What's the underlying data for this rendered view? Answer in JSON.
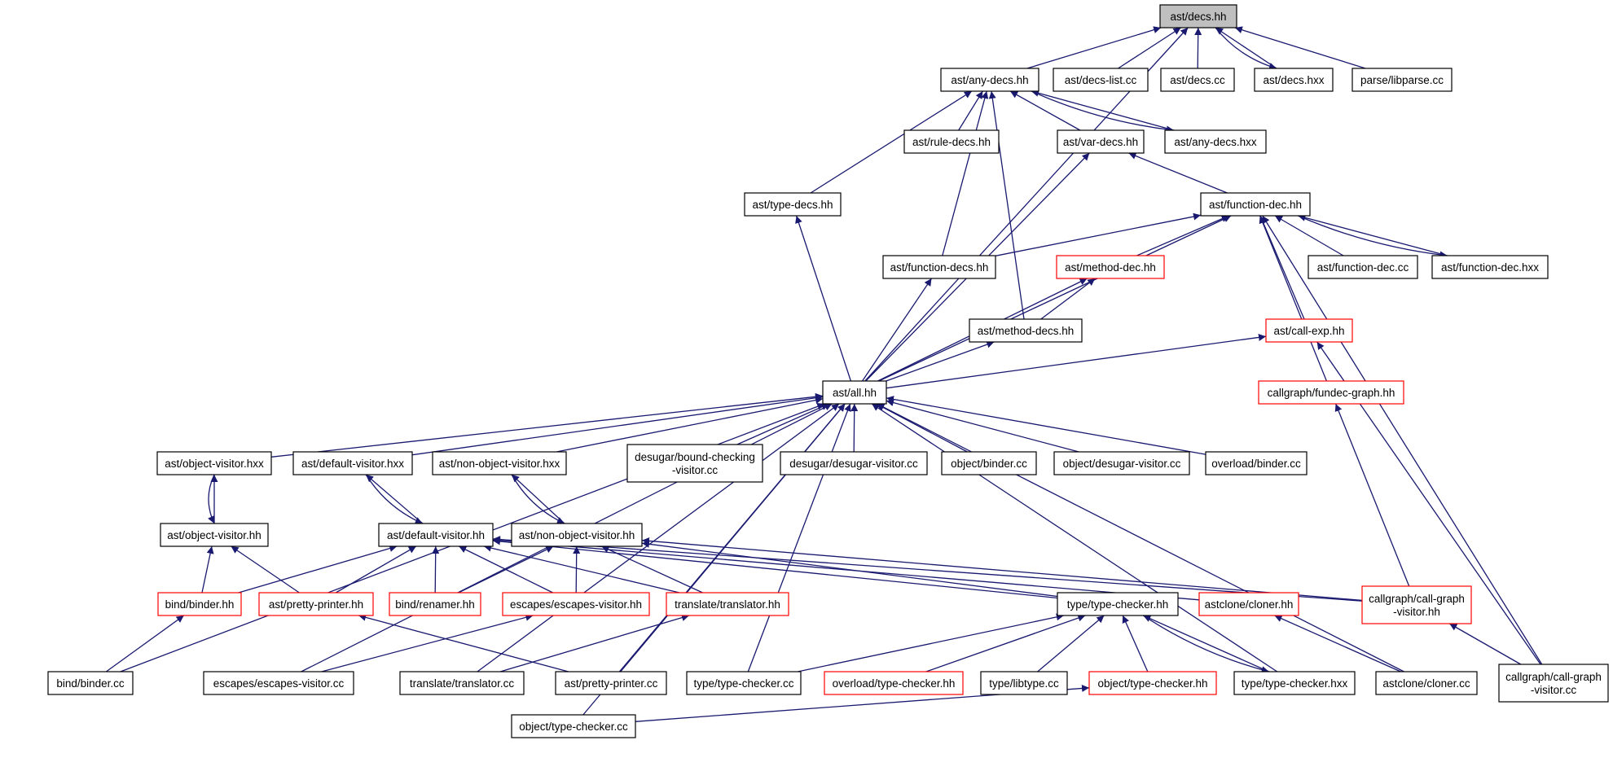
{
  "colors": {
    "edge": "#191970",
    "node_border_normal": "#000000",
    "node_border_incomplete": "#ff0000",
    "node_fill_normal": "#ffffff",
    "node_fill_root": "#bfbfbf",
    "background": "#ffffff"
  },
  "graph": {
    "nodes": [
      {
        "id": "decs_hh",
        "label": "ast/decs.hh",
        "style": "root"
      },
      {
        "id": "any_decs_hh",
        "label": "ast/any-decs.hh",
        "style": "normal"
      },
      {
        "id": "decs_list_cc",
        "label": "ast/decs-list.cc",
        "style": "normal"
      },
      {
        "id": "decs_cc",
        "label": "ast/decs.cc",
        "style": "normal"
      },
      {
        "id": "decs_hxx",
        "label": "ast/decs.hxx",
        "style": "normal"
      },
      {
        "id": "libparse_cc",
        "label": "parse/libparse.cc",
        "style": "normal"
      },
      {
        "id": "rule_decs_hh",
        "label": "ast/rule-decs.hh",
        "style": "normal"
      },
      {
        "id": "var_decs_hh",
        "label": "ast/var-decs.hh",
        "style": "normal"
      },
      {
        "id": "any_decs_hxx",
        "label": "ast/any-decs.hxx",
        "style": "normal"
      },
      {
        "id": "type_decs_hh",
        "label": "ast/type-decs.hh",
        "style": "normal"
      },
      {
        "id": "function_dec_hh",
        "label": "ast/function-dec.hh",
        "style": "normal"
      },
      {
        "id": "function_decs_hh",
        "label": "ast/function-decs.hh",
        "style": "normal"
      },
      {
        "id": "method_dec_hh",
        "label": "ast/method-dec.hh",
        "style": "incomplete"
      },
      {
        "id": "function_dec_cc",
        "label": "ast/function-dec.cc",
        "style": "normal"
      },
      {
        "id": "function_dec_hxx",
        "label": "ast/function-dec.hxx",
        "style": "normal"
      },
      {
        "id": "method_decs_hh",
        "label": "ast/method-decs.hh",
        "style": "normal"
      },
      {
        "id": "call_exp_hh",
        "label": "ast/call-exp.hh",
        "style": "incomplete"
      },
      {
        "id": "all_hh",
        "label": "ast/all.hh",
        "style": "normal"
      },
      {
        "id": "fundec_graph_hh",
        "label": "callgraph/fundec-graph.hh",
        "style": "incomplete"
      },
      {
        "id": "object_visitor_hxx",
        "label": "ast/object-visitor.hxx",
        "style": "normal"
      },
      {
        "id": "default_visitor_hxx",
        "label": "ast/default-visitor.hxx",
        "style": "normal"
      },
      {
        "id": "non_object_visitor_hxx",
        "label": "ast/non-object-visitor.hxx",
        "style": "normal"
      },
      {
        "id": "bound_checking_cc",
        "label": "desugar/bound-checking-visitor.cc",
        "lines": [
          "desugar/bound-checking",
          "-visitor.cc"
        ],
        "style": "normal"
      },
      {
        "id": "desugar_visitor_cc",
        "label": "desugar/desugar-visitor.cc",
        "style": "normal"
      },
      {
        "id": "object_binder_cc",
        "label": "object/binder.cc",
        "style": "normal"
      },
      {
        "id": "object_desugar_cc",
        "label": "object/desugar-visitor.cc",
        "style": "normal"
      },
      {
        "id": "overload_binder_cc",
        "label": "overload/binder.cc",
        "style": "normal"
      },
      {
        "id": "object_visitor_hh",
        "label": "ast/object-visitor.hh",
        "style": "normal"
      },
      {
        "id": "default_visitor_hh",
        "label": "ast/default-visitor.hh",
        "style": "normal"
      },
      {
        "id": "non_object_visitor_hh",
        "label": "ast/non-object-visitor.hh",
        "style": "normal"
      },
      {
        "id": "bind_binder_hh",
        "label": "bind/binder.hh",
        "style": "incomplete"
      },
      {
        "id": "pretty_printer_hh",
        "label": "ast/pretty-printer.hh",
        "style": "incomplete"
      },
      {
        "id": "bind_renamer_hh",
        "label": "bind/renamer.hh",
        "style": "incomplete"
      },
      {
        "id": "escapes_visitor_hh",
        "label": "escapes/escapes-visitor.hh",
        "style": "incomplete"
      },
      {
        "id": "translator_hh",
        "label": "translate/translator.hh",
        "style": "incomplete"
      },
      {
        "id": "type_checker_hh",
        "label": "type/type-checker.hh",
        "style": "normal"
      },
      {
        "id": "cloner_hh",
        "label": "astclone/cloner.hh",
        "style": "incomplete"
      },
      {
        "id": "call_graph_visitor_hh",
        "label": "callgraph/call-graph-visitor.hh",
        "lines": [
          "callgraph/call-graph",
          "-visitor.hh"
        ],
        "style": "incomplete"
      },
      {
        "id": "bind_binder_cc",
        "label": "bind/binder.cc",
        "style": "normal"
      },
      {
        "id": "escapes_visitor_cc",
        "label": "escapes/escapes-visitor.cc",
        "style": "normal"
      },
      {
        "id": "translator_cc",
        "label": "translate/translator.cc",
        "style": "normal"
      },
      {
        "id": "pretty_printer_cc",
        "label": "ast/pretty-printer.cc",
        "style": "normal"
      },
      {
        "id": "type_checker_cc",
        "label": "type/type-checker.cc",
        "style": "normal"
      },
      {
        "id": "overload_type_checker_hh",
        "label": "overload/type-checker.hh",
        "style": "incomplete"
      },
      {
        "id": "libtype_cc",
        "label": "type/libtype.cc",
        "style": "normal"
      },
      {
        "id": "object_type_checker_hh",
        "label": "object/type-checker.hh",
        "style": "incomplete"
      },
      {
        "id": "type_checker_hxx",
        "label": "type/type-checker.hxx",
        "style": "normal"
      },
      {
        "id": "cloner_cc",
        "label": "astclone/cloner.cc",
        "style": "normal"
      },
      {
        "id": "call_graph_visitor_cc",
        "label": "callgraph/call-graph-visitor.cc",
        "lines": [
          "callgraph/call-graph",
          "-visitor.cc"
        ],
        "style": "normal"
      },
      {
        "id": "object_type_checker_cc",
        "label": "object/type-checker.cc",
        "style": "normal"
      }
    ],
    "edges": [
      {
        "from": "any_decs_hh",
        "to": "decs_hh"
      },
      {
        "from": "decs_list_cc",
        "to": "decs_hh"
      },
      {
        "from": "decs_cc",
        "to": "decs_hh"
      },
      {
        "from": "decs_hxx",
        "to": "decs_hh"
      },
      {
        "from": "decs_hh",
        "to": "decs_hxx"
      },
      {
        "from": "libparse_cc",
        "to": "decs_hh"
      },
      {
        "from": "all_hh",
        "to": "decs_hh"
      },
      {
        "from": "rule_decs_hh",
        "to": "any_decs_hh"
      },
      {
        "from": "var_decs_hh",
        "to": "any_decs_hh"
      },
      {
        "from": "any_decs_hxx",
        "to": "any_decs_hh"
      },
      {
        "from": "any_decs_hh",
        "to": "any_decs_hxx"
      },
      {
        "from": "type_decs_hh",
        "to": "any_decs_hh"
      },
      {
        "from": "function_decs_hh",
        "to": "any_decs_hh"
      },
      {
        "from": "method_decs_hh",
        "to": "any_decs_hh"
      },
      {
        "from": "function_dec_hh",
        "to": "var_decs_hh"
      },
      {
        "from": "all_hh",
        "to": "var_decs_hh"
      },
      {
        "from": "all_hh",
        "to": "type_decs_hh"
      },
      {
        "from": "function_decs_hh",
        "to": "function_dec_hh"
      },
      {
        "from": "method_dec_hh",
        "to": "function_dec_hh"
      },
      {
        "from": "function_dec_cc",
        "to": "function_dec_hh"
      },
      {
        "from": "function_dec_hxx",
        "to": "function_dec_hh"
      },
      {
        "from": "function_dec_hh",
        "to": "function_dec_hxx"
      },
      {
        "from": "call_exp_hh",
        "to": "function_dec_hh"
      },
      {
        "from": "all_hh",
        "to": "function_dec_hh"
      },
      {
        "from": "fundec_graph_hh",
        "to": "function_dec_hh"
      },
      {
        "from": "call_graph_visitor_cc",
        "to": "function_dec_hh"
      },
      {
        "from": "all_hh",
        "to": "function_decs_hh"
      },
      {
        "from": "method_decs_hh",
        "to": "method_dec_hh"
      },
      {
        "from": "all_hh",
        "to": "method_dec_hh"
      },
      {
        "from": "all_hh",
        "to": "method_decs_hh"
      },
      {
        "from": "all_hh",
        "to": "call_exp_hh"
      },
      {
        "from": "call_graph_visitor_cc",
        "to": "call_exp_hh"
      },
      {
        "from": "call_graph_visitor_hh",
        "to": "fundec_graph_hh"
      },
      {
        "from": "object_visitor_hxx",
        "to": "all_hh"
      },
      {
        "from": "default_visitor_hxx",
        "to": "all_hh"
      },
      {
        "from": "non_object_visitor_hxx",
        "to": "all_hh"
      },
      {
        "from": "bound_checking_cc",
        "to": "all_hh"
      },
      {
        "from": "desugar_visitor_cc",
        "to": "all_hh"
      },
      {
        "from": "object_binder_cc",
        "to": "all_hh"
      },
      {
        "from": "object_desugar_cc",
        "to": "all_hh"
      },
      {
        "from": "overload_binder_cc",
        "to": "all_hh"
      },
      {
        "from": "bind_binder_cc",
        "to": "all_hh"
      },
      {
        "from": "escapes_visitor_cc",
        "to": "all_hh"
      },
      {
        "from": "translator_cc",
        "to": "all_hh"
      },
      {
        "from": "pretty_printer_cc",
        "to": "all_hh"
      },
      {
        "from": "type_checker_cc",
        "to": "all_hh"
      },
      {
        "from": "type_checker_hxx",
        "to": "all_hh"
      },
      {
        "from": "cloner_cc",
        "to": "all_hh"
      },
      {
        "from": "object_type_checker_cc",
        "to": "all_hh"
      },
      {
        "from": "object_visitor_hh",
        "to": "object_visitor_hxx"
      },
      {
        "from": "object_visitor_hxx",
        "to": "object_visitor_hh"
      },
      {
        "from": "default_visitor_hh",
        "to": "default_visitor_hxx"
      },
      {
        "from": "default_visitor_hxx",
        "to": "default_visitor_hh"
      },
      {
        "from": "non_object_visitor_hh",
        "to": "non_object_visitor_hxx"
      },
      {
        "from": "non_object_visitor_hxx",
        "to": "non_object_visitor_hh"
      },
      {
        "from": "bind_binder_hh",
        "to": "object_visitor_hh"
      },
      {
        "from": "pretty_printer_hh",
        "to": "object_visitor_hh"
      },
      {
        "from": "bind_binder_hh",
        "to": "default_visitor_hh"
      },
      {
        "from": "pretty_printer_hh",
        "to": "default_visitor_hh"
      },
      {
        "from": "bind_renamer_hh",
        "to": "default_visitor_hh"
      },
      {
        "from": "escapes_visitor_hh",
        "to": "default_visitor_hh"
      },
      {
        "from": "translator_hh",
        "to": "default_visitor_hh"
      },
      {
        "from": "type_checker_hh",
        "to": "default_visitor_hh"
      },
      {
        "from": "cloner_hh",
        "to": "default_visitor_hh"
      },
      {
        "from": "call_graph_visitor_hh",
        "to": "default_visitor_hh"
      },
      {
        "from": "bind_renamer_hh",
        "to": "non_object_visitor_hh"
      },
      {
        "from": "escapes_visitor_hh",
        "to": "non_object_visitor_hh"
      },
      {
        "from": "translator_hh",
        "to": "non_object_visitor_hh"
      },
      {
        "from": "type_checker_hh",
        "to": "non_object_visitor_hh"
      },
      {
        "from": "call_graph_visitor_hh",
        "to": "non_object_visitor_hh"
      },
      {
        "from": "bind_binder_cc",
        "to": "bind_binder_hh"
      },
      {
        "from": "pretty_printer_cc",
        "to": "pretty_printer_hh"
      },
      {
        "from": "escapes_visitor_cc",
        "to": "escapes_visitor_hh"
      },
      {
        "from": "translator_cc",
        "to": "translator_hh"
      },
      {
        "from": "type_checker_cc",
        "to": "type_checker_hh"
      },
      {
        "from": "overload_type_checker_hh",
        "to": "type_checker_hh"
      },
      {
        "from": "libtype_cc",
        "to": "type_checker_hh"
      },
      {
        "from": "object_type_checker_hh",
        "to": "type_checker_hh"
      },
      {
        "from": "type_checker_hxx",
        "to": "type_checker_hh"
      },
      {
        "from": "type_checker_hh",
        "to": "type_checker_hxx"
      },
      {
        "from": "cloner_cc",
        "to": "cloner_hh"
      },
      {
        "from": "call_graph_visitor_cc",
        "to": "call_graph_visitor_hh"
      },
      {
        "from": "object_type_checker_cc",
        "to": "object_type_checker_hh"
      }
    ]
  }
}
